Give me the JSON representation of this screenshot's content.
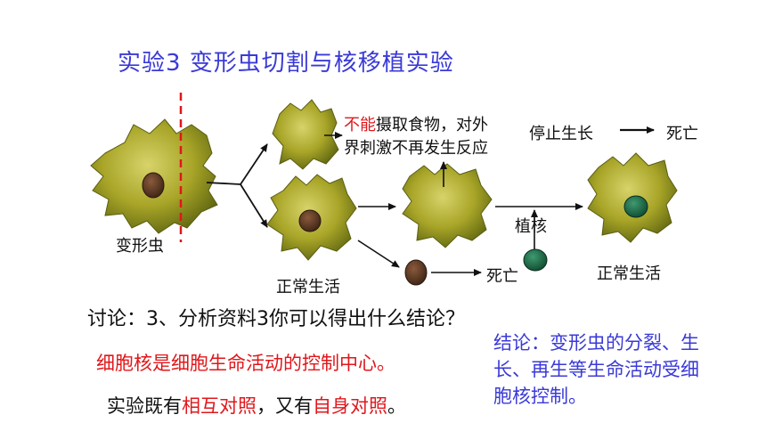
{
  "title": "实验3   变形虫切割与核移植实验",
  "labels": {
    "amoeba": "变形虫",
    "normal_life_1": "正常生活",
    "not_label": "不能",
    "cannot_desc_1": "摄取食物，对外",
    "cannot_desc_2": "界刺激不再发生反应",
    "stop_growth": "停止生长",
    "death_top": "死亡",
    "transplant": "植核",
    "death_bottom": "死亡",
    "normal_life_2": "正常生活"
  },
  "discussion": "讨论：3、分析资料3你可以得出什么结论？",
  "answer_red": "细胞核是细胞生命活动的控制中心。",
  "control": {
    "pre": "实验既有",
    "mutual": "相互对照",
    "mid": "，又有",
    "self": "自身对照",
    "post": "。"
  },
  "conclusion": "结论：变形虫的分裂、生长、再生等生命活动受细胞核控制。",
  "colors": {
    "title_blue": "#3a3ad8",
    "emphasis_red": "#e0171b",
    "amoeba_green": "#a8a528",
    "nucleus_brown": "#5c3a26",
    "new_nucleus_green": "#1f6b4a"
  }
}
